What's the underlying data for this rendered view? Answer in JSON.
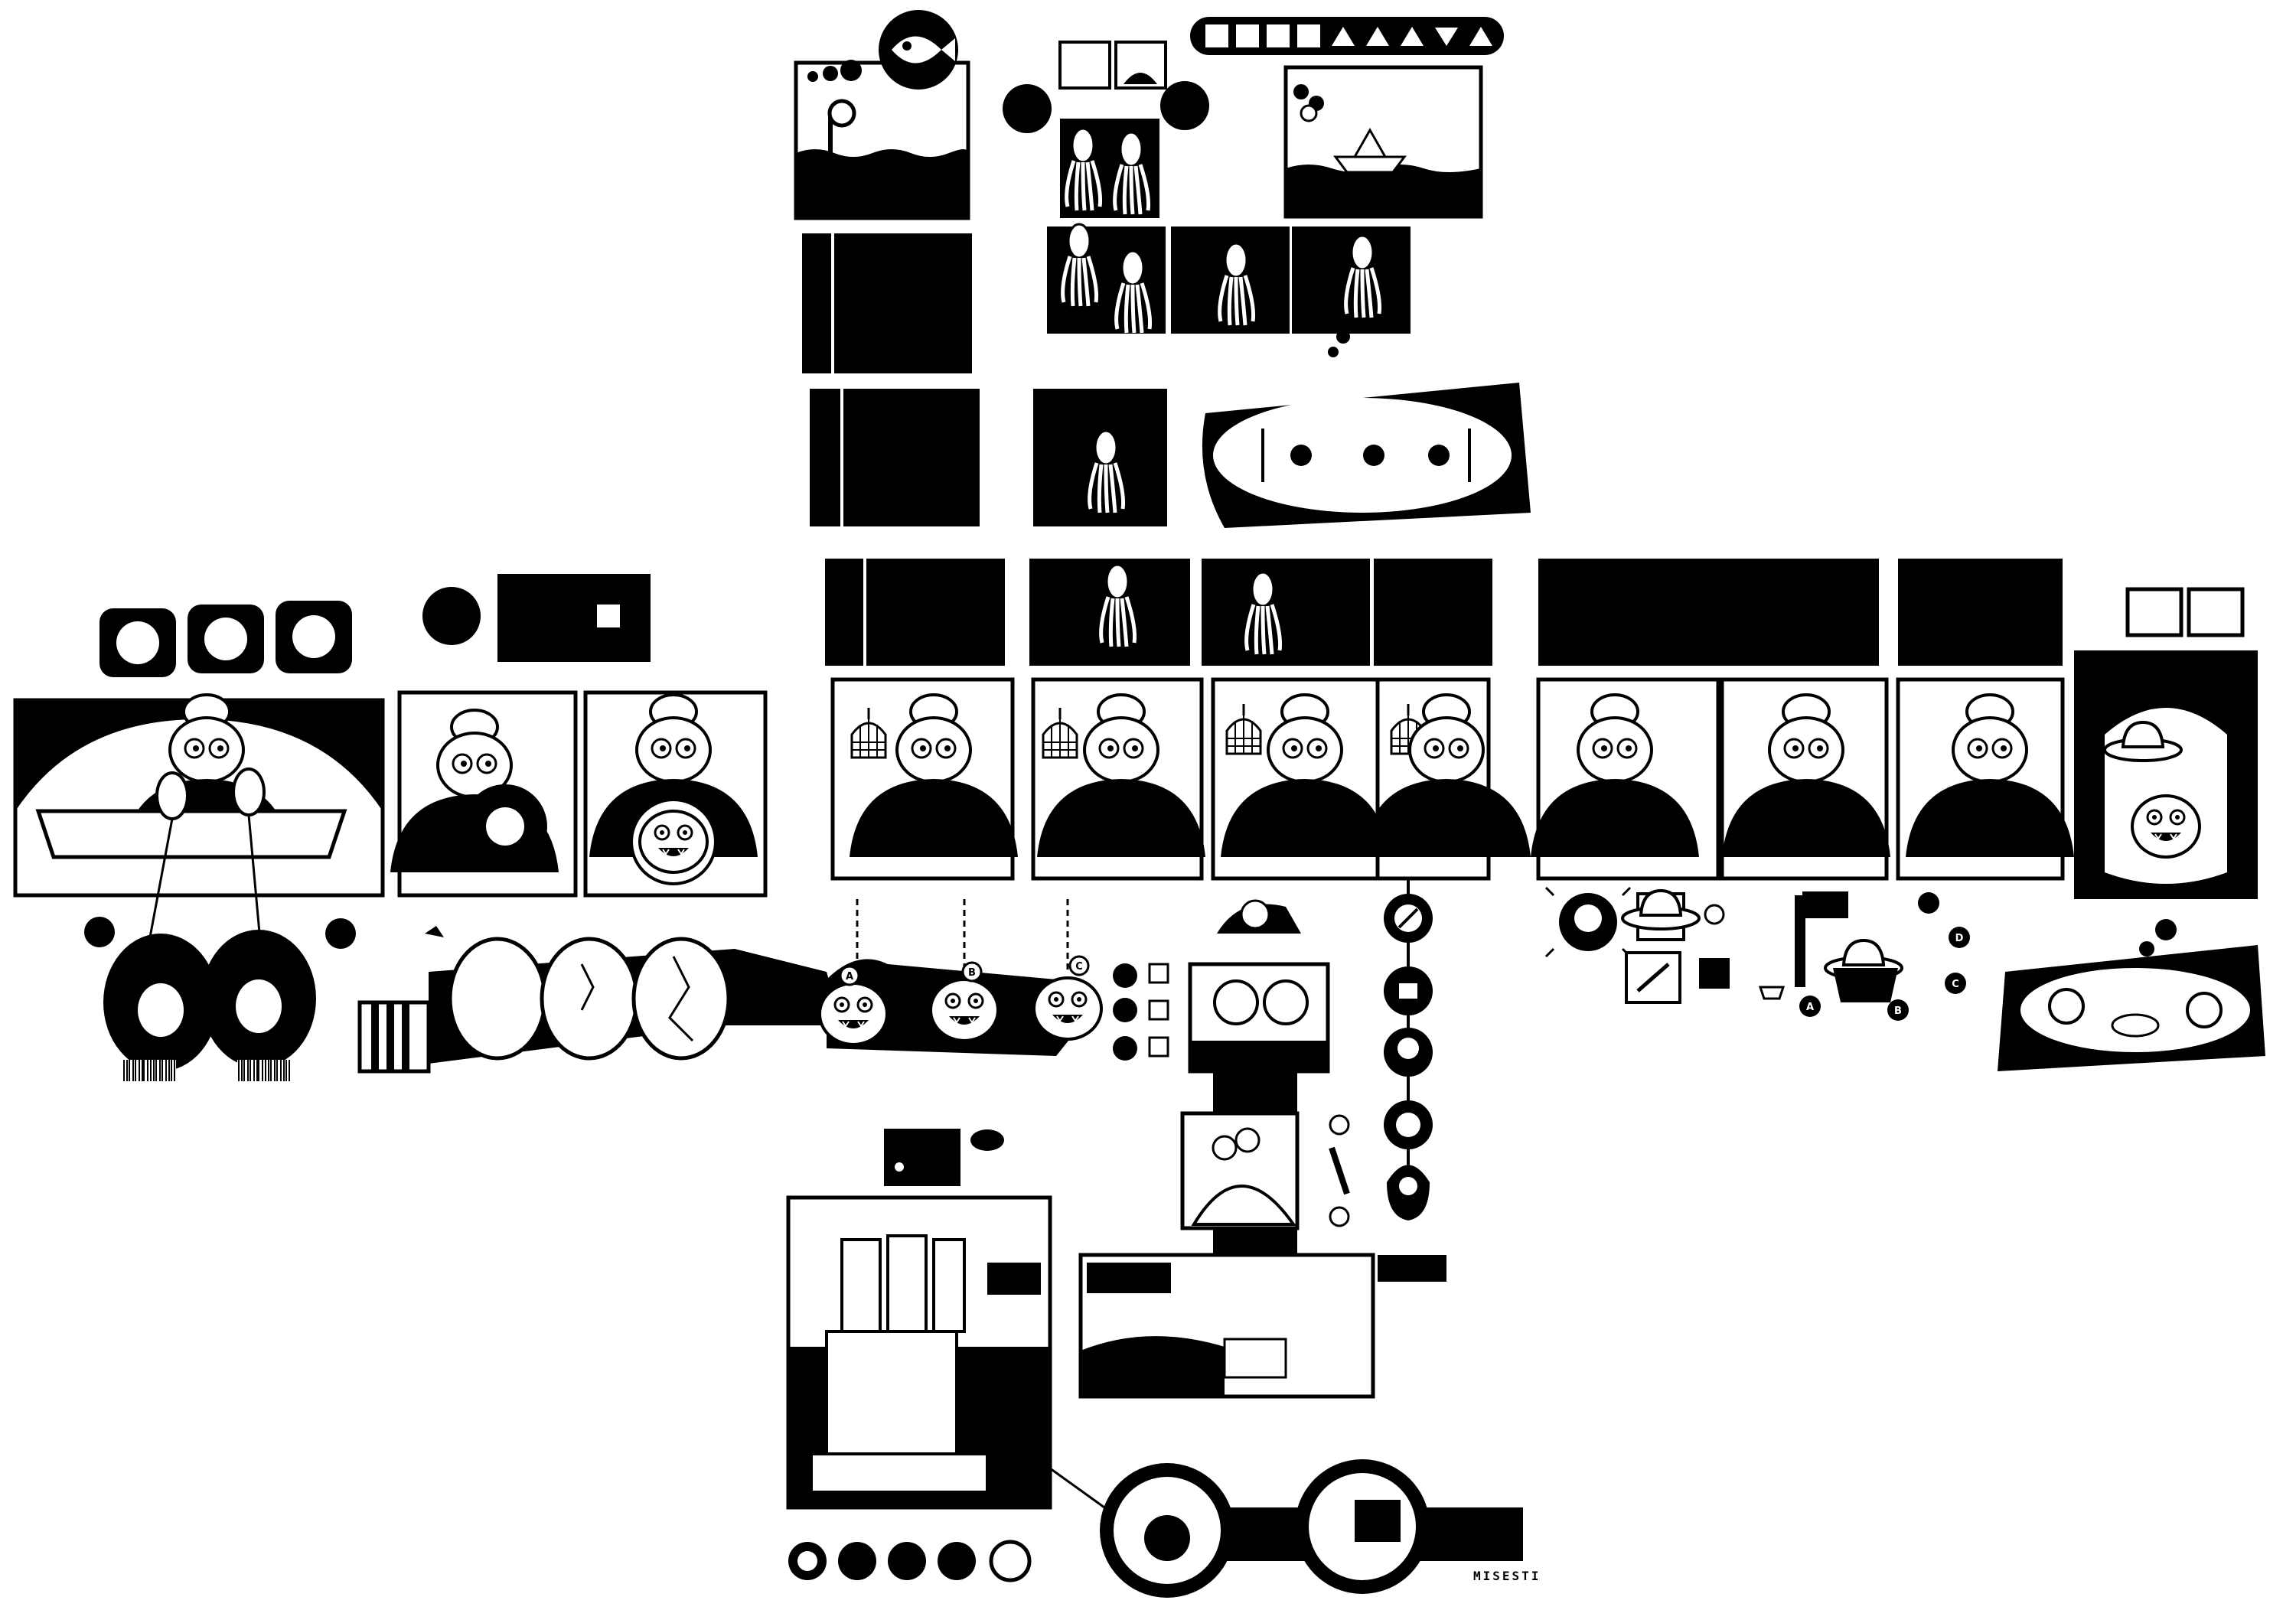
{
  "signature": "MISESTI",
  "option_labels": [
    "A",
    "B",
    "C"
  ],
  "ufo_option_labels": [
    "A",
    "B",
    "C",
    "D"
  ],
  "colors": {
    "ink": "#000000",
    "paper": "#ffffff"
  },
  "icons": {
    "fish": "fish-icon",
    "paper_boat": "paper-boat-icon",
    "squid": "squid-icon",
    "birdcage": "birdcage-icon",
    "egg": "egg-icon",
    "monster": "monster-icon",
    "snail": "snail-icon",
    "no_entry": "no-entry-icon",
    "thumbs_up": "thumbs-up-icon",
    "skull": "skull-icon",
    "ufo": "ufo-icon",
    "barcode": "barcode-icon",
    "heart": "heart-icon",
    "rocket_fish": "rocket-fish-icon",
    "castle": "castle-icon",
    "astronaut": "astronaut-icon"
  }
}
